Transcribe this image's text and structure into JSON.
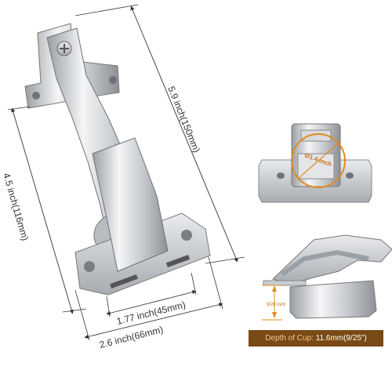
{
  "dimensions": {
    "total_length": "5.9 inch(150mm)",
    "body_length": "4.5 inch(116mm)",
    "plate_width": "1.77 inch(45mm)",
    "total_width": "2.6 inch(66mm)",
    "cup_diameter": "Ø1.4 inch",
    "cup_offset": "9/20 inch"
  },
  "cup_depth": {
    "label": "Depth of Cup:",
    "value": "11.6mm(9/25\")"
  },
  "colors": {
    "accent": "#e08a1e",
    "banner_bg": "#7a4a16",
    "dimension_line": "#333333"
  }
}
